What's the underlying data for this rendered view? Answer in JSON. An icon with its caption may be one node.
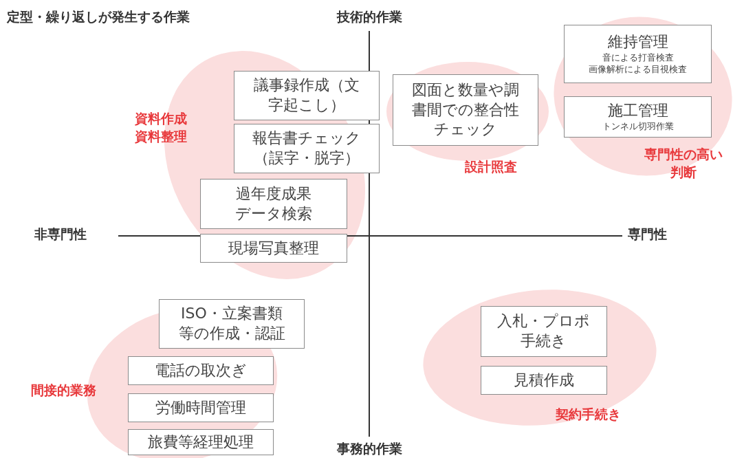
{
  "diagram": {
    "title": "定型・繰り返しが発生する作業",
    "nodes": [
      {
        "text": [
          "議事録作成（文字起こし）"
        ]
      },
      {
        "text": [
          "報告書チェック（誤字・脱字）"
        ]
      },
      {
        "text": [
          "過年度成果データ検索"
        ]
      },
      {
        "text": [
          "現場写真整理"
        ]
      },
      {
        "text": [
          "図面と数量や調書間での整合性チェック"
        ]
      },
      {
        "text": [
          "維持管理",
          "音による打音検査",
          "画像解析による目視検査"
        ]
      },
      {
        "text": [
          "施工管理",
          "トンネル切羽作業"
        ]
      },
      {
        "text": [
          "ISO・立案書類等の作成・認証"
        ]
      },
      {
        "text": [
          "電話の取次ぎ"
        ]
      },
      {
        "text": [
          "労働時間管理"
        ]
      },
      {
        "text": [
          "旅費等経理処理"
        ]
      },
      {
        "text": [
          "入札・プロポ手続き"
        ]
      },
      {
        "text": [
          "見積作成"
        ]
      }
    ],
    "edges": [],
    "labels": [
      "技術的作業",
      "資料作成資料整理",
      "設計照査",
      "専門性の高い判断",
      "非専門性",
      "専門性",
      "間接的業務",
      "契約手続き",
      "事務的作業"
    ]
  }
}
